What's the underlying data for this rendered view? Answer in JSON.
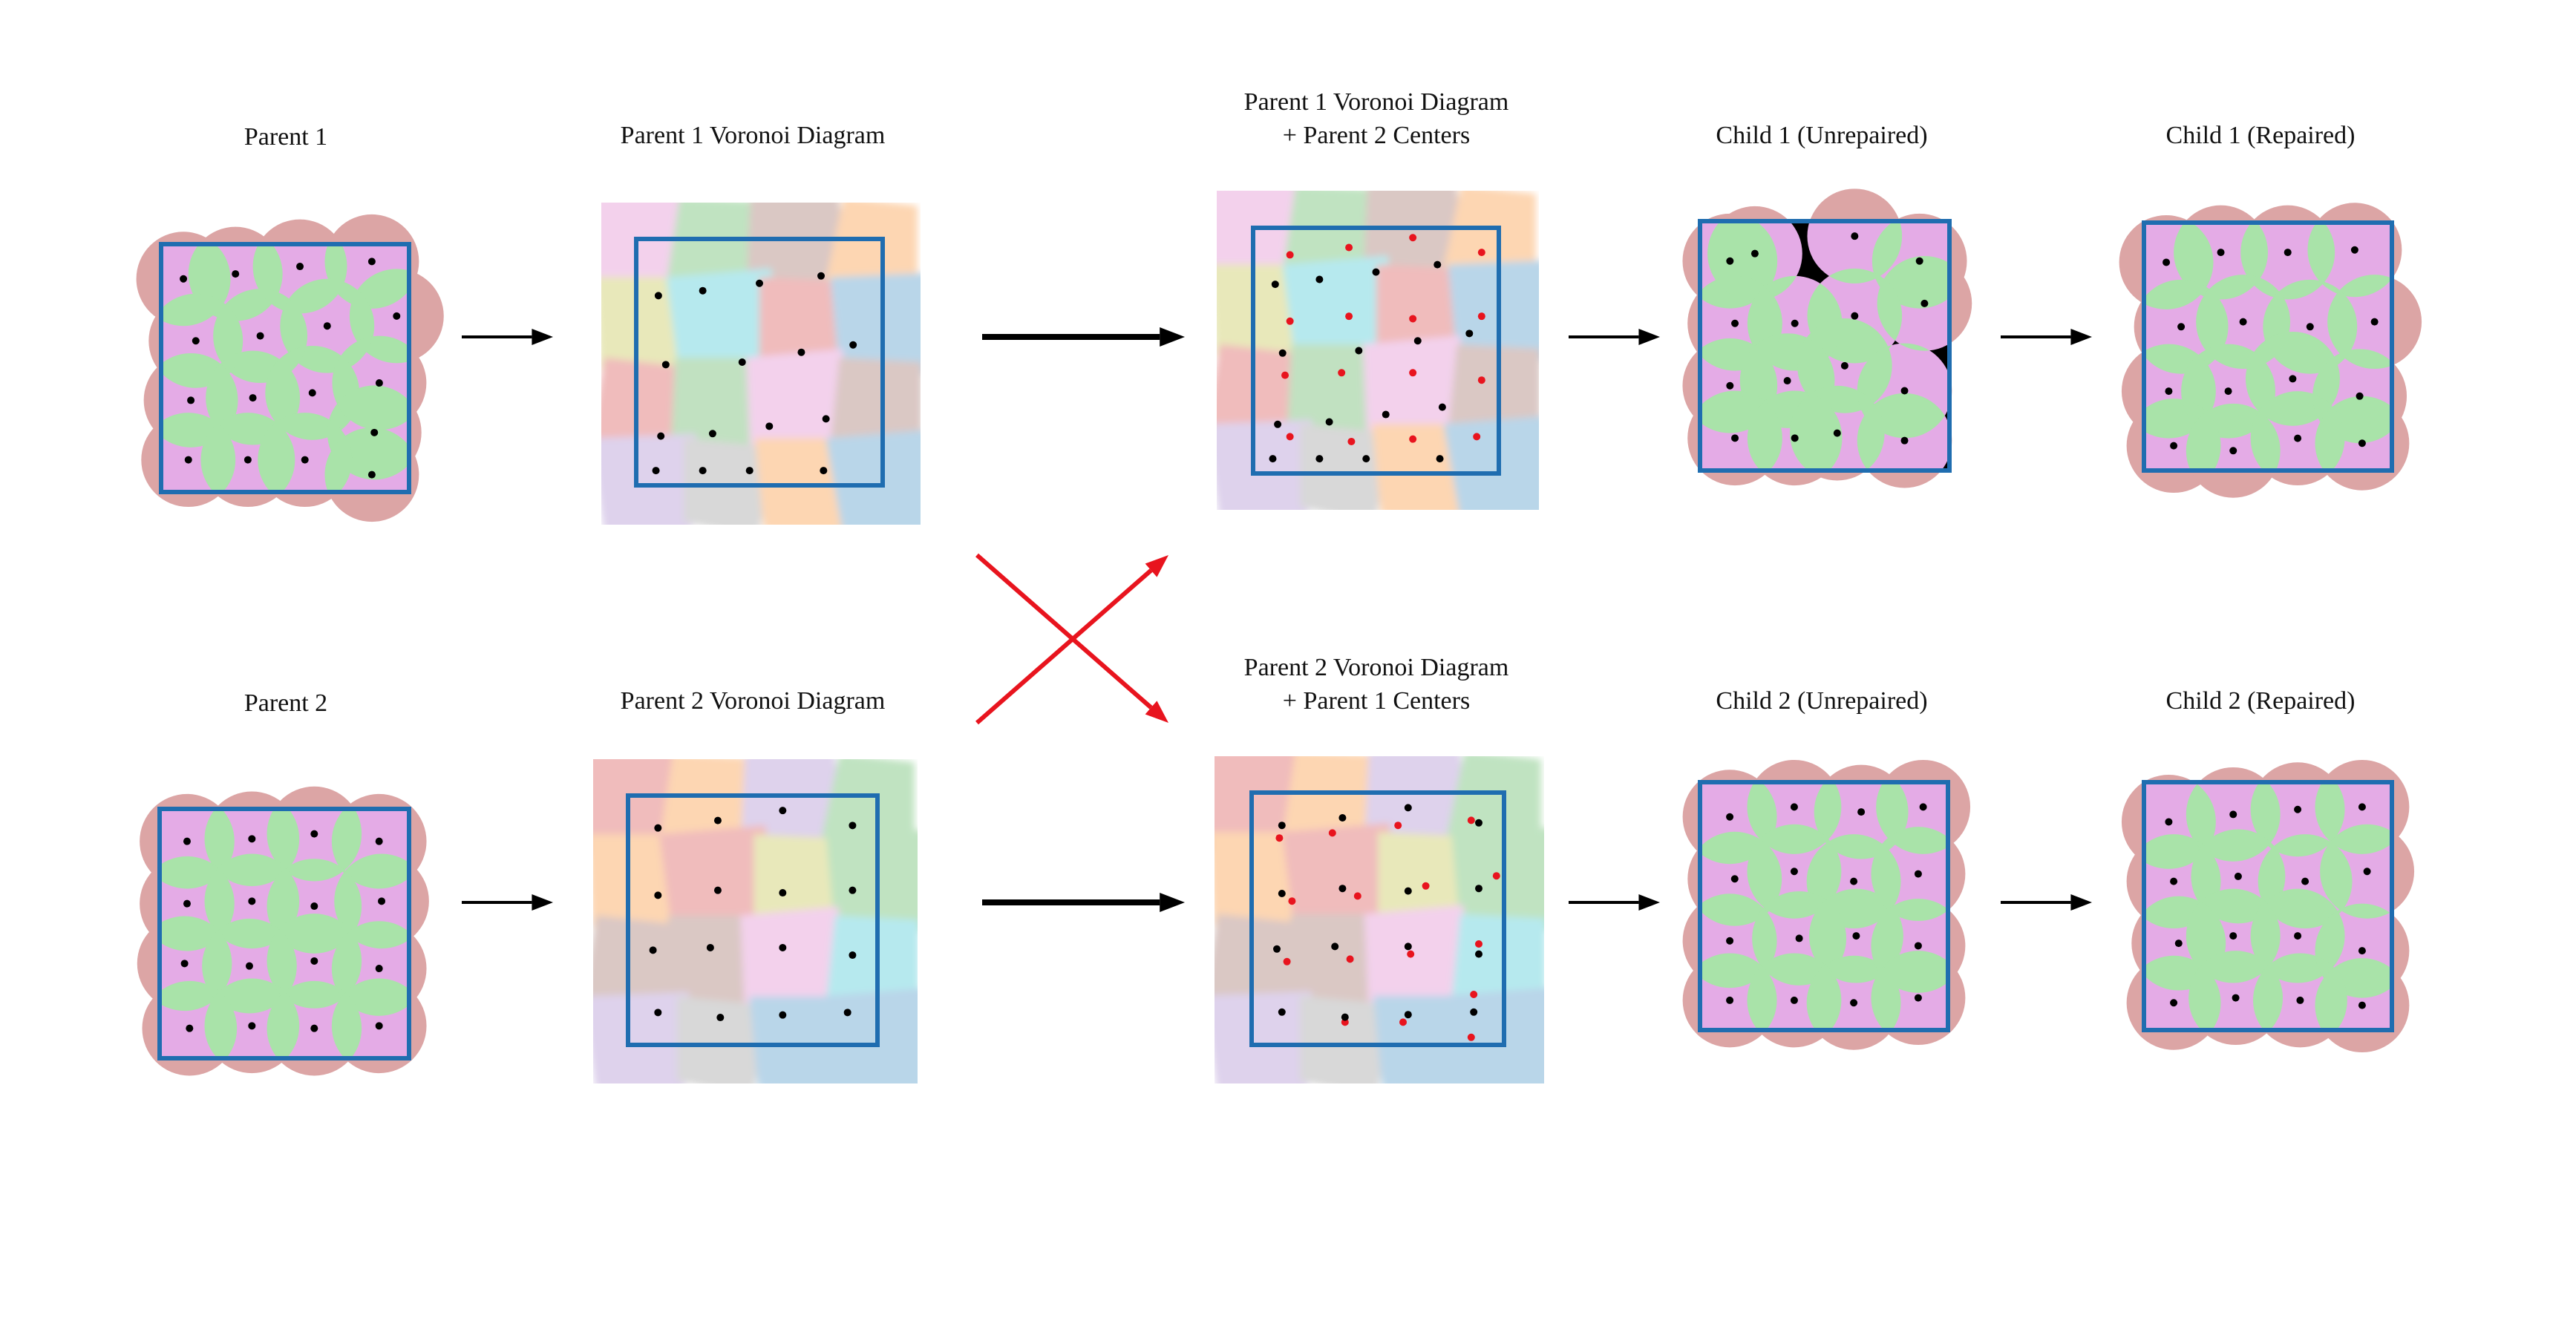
{
  "titles": {
    "parent1": "Parent 1",
    "parent1_voronoi": "Parent 1 Voronoi Diagram",
    "p1v_p2c_line1": "Parent 1 Voronoi Diagram",
    "p1v_p2c_line2": "+ Parent 2 Centers",
    "child1_unrepaired": "Child 1 (Unrepaired)",
    "child1_repaired": "Child 1 (Repaired)",
    "parent2": "Parent 2",
    "parent2_voronoi": "Parent 2 Voronoi Diagram",
    "p2v_p1c_line1": "Parent 2 Voronoi Diagram",
    "p2v_p1c_line2": "+ Parent 1 Centers",
    "child2_unrepaired": "Child 2 (Unrepaired)",
    "child2_repaired": "Child 2 (Repaired)"
  },
  "colors": {
    "field_border": "#1f6db0",
    "sensing_disk_outside": "#dca5a5",
    "covered_area": "#e4abe6",
    "overlap_area": "#a9e3a9",
    "uncovered_hole": "#000000",
    "own_center": "#000000",
    "other_parent_center": "#e8141e",
    "crossover_arrow": "#e8141e",
    "arrow": "#000000"
  },
  "voronoi_palettes": {
    "parent1": [
      "#f3d1ec",
      "#c0e3c1",
      "#dac8c4",
      "#fdd6b2",
      "#e8e8ba",
      "#b6e9ee",
      "#f0bcbc",
      "#b9d6e9",
      "#f0bcbc",
      "#c1e1c1",
      "#f3d1ec",
      "#dac8c4",
      "#ded2ec",
      "#d8d8d8",
      "#fdd6b2",
      "#b9d6e9"
    ],
    "parent2": [
      "#f0bcbc",
      "#fdd6b2",
      "#ded2ec",
      "#c0e3c1",
      "#fdd6b2",
      "#f0bcbc",
      "#e8e8ba",
      "#c0e3c1",
      "#dac8c4",
      "#dac8c4",
      "#f3d1ec",
      "#b6e9ee",
      "#ded2ec",
      "#d8d8d8",
      "#b9d6e9",
      "#b9d6e9"
    ]
  }
}
